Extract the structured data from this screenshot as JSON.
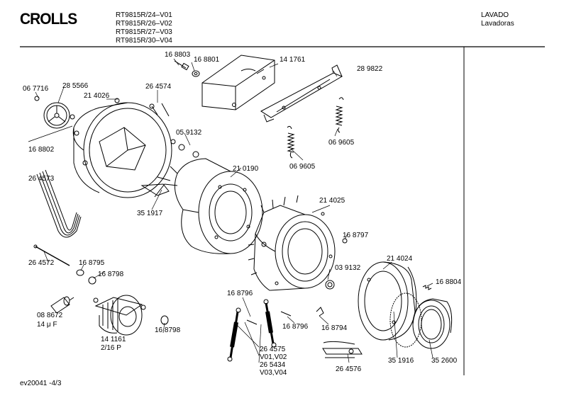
{
  "header": {
    "brand": "CROLLS",
    "models": [
      "RT9815R/24–V01",
      "RT9815R/26–V02",
      "RT9815R/27–V03",
      "RT9815R/30–V04"
    ],
    "category": "LAVADO",
    "subcategory": "Lavadoras"
  },
  "labels": {
    "p168803": "16 8803",
    "p168801": "16 8801",
    "p141761": "14 1761",
    "p289822": "28 9822",
    "p067716": "06 7716",
    "p285566": "28 5566",
    "p214026": "21 4026",
    "p264574": "26 4574",
    "p059132": "05 9132",
    "p168802": "16 8802",
    "p069605a": "06 9605",
    "p069605b": "06 9605",
    "p264573": "26 4573",
    "p210190": "21 0190",
    "p351917": "35 1917",
    "p214025": "21 4025",
    "p168797": "16 8797",
    "p264572": "26 4572",
    "p168795": "16 8795",
    "p168798a": "16 8798",
    "p039132": "03 9132",
    "p214024": "21 4024",
    "p168804": "16 8804",
    "p088672": "08 8672",
    "cap": "14 μ F",
    "p141161": "14 1161",
    "motor": "2/16 P",
    "p168798b": "16 8798",
    "p168796a": "16 8796",
    "p168796b": "16 8796",
    "p168794": "16 8794",
    "p264575": "26 4575",
    "v0102": "V01,V02",
    "p265434": "26 5434",
    "v0304": "V03,V04",
    "p264576": "26 4576",
    "p351916": "35 1916",
    "p352600": "35 2600"
  },
  "footer": {
    "code": "ev20041  -4/3"
  }
}
